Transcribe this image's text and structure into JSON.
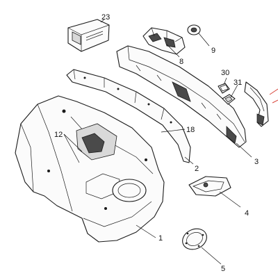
{
  "diagram": {
    "callouts": [
      {
        "id": "part-23",
        "label": "23"
      },
      {
        "id": "part-8",
        "label": "8"
      },
      {
        "id": "part-9",
        "label": "9"
      },
      {
        "id": "part-30",
        "label": "30"
      },
      {
        "id": "part-31",
        "label": "31"
      },
      {
        "id": "part-12",
        "label": "12"
      },
      {
        "id": "part-18",
        "label": "18"
      },
      {
        "id": "part-2",
        "label": "2"
      },
      {
        "id": "part-3",
        "label": "3"
      },
      {
        "id": "part-4",
        "label": "4"
      },
      {
        "id": "part-1",
        "label": "1"
      },
      {
        "id": "part-5",
        "label": "5"
      }
    ],
    "colors": {
      "line": "#1a1a1a",
      "fill": "#fbfbfb",
      "shade": "#4a4a4a",
      "highlight": "#d9473c"
    }
  }
}
